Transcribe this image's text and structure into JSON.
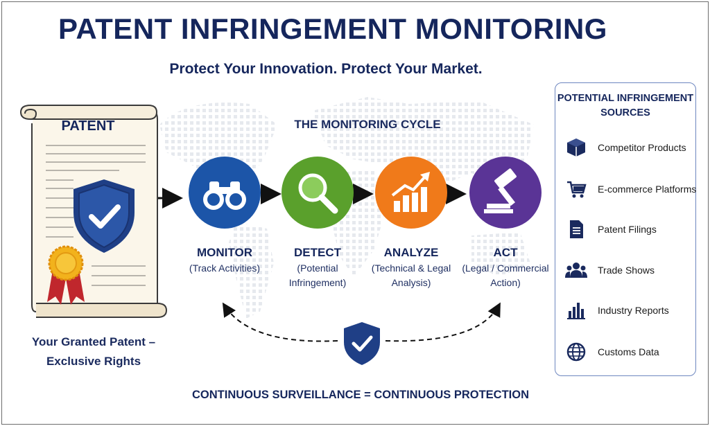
{
  "title": "PATENT INFRINGEMENT MONITORING",
  "subtitle": "Protect Your Innovation. Protect Your Market.",
  "patent": {
    "label": "PATENT",
    "caption_line1": "Your Granted Patent –",
    "caption_line2": "Exclusive Rights"
  },
  "cycle": {
    "title": "THE MONITORING CYCLE",
    "steps": [
      {
        "title": "MONITOR",
        "desc_line1": "(Track Activities)",
        "desc_line2": "",
        "color": "#1c55a8",
        "icon": "binoculars-icon"
      },
      {
        "title": "DETECT",
        "desc_line1": "(Potential",
        "desc_line2": "Infringement)",
        "color": "#5aa02c",
        "icon": "magnifier-icon"
      },
      {
        "title": "ANALYZE",
        "desc_line1": "(Technical & Legal",
        "desc_line2": "Analysis)",
        "color": "#f07a1a",
        "icon": "growth-chart-icon"
      },
      {
        "title": "ACT",
        "desc_line1": "(Legal / Commercial",
        "desc_line2": "Action)",
        "color": "#5a3496",
        "icon": "gavel-icon"
      }
    ]
  },
  "sources": {
    "title_line1": "POTENTIAL INFRINGEMENT",
    "title_line2": "SOURCES",
    "items": [
      {
        "label": "Competitor Products",
        "icon": "box-icon"
      },
      {
        "label": "E-commerce Platforms",
        "icon": "shopping-cart-icon"
      },
      {
        "label": "Patent Filings",
        "icon": "document-icon"
      },
      {
        "label": "Trade Shows",
        "icon": "people-icon"
      },
      {
        "label": "Industry Reports",
        "icon": "bar-chart-icon"
      },
      {
        "label": "Customs Data",
        "icon": "globe-icon"
      }
    ]
  },
  "tagline": "CONTINUOUS SURVEILLANCE = CONTINUOUS PROTECTION",
  "colors": {
    "navy": "#15265c",
    "shield": "#1f3f86",
    "gold": "#f2b21c",
    "ribbon": "#c0272d"
  }
}
